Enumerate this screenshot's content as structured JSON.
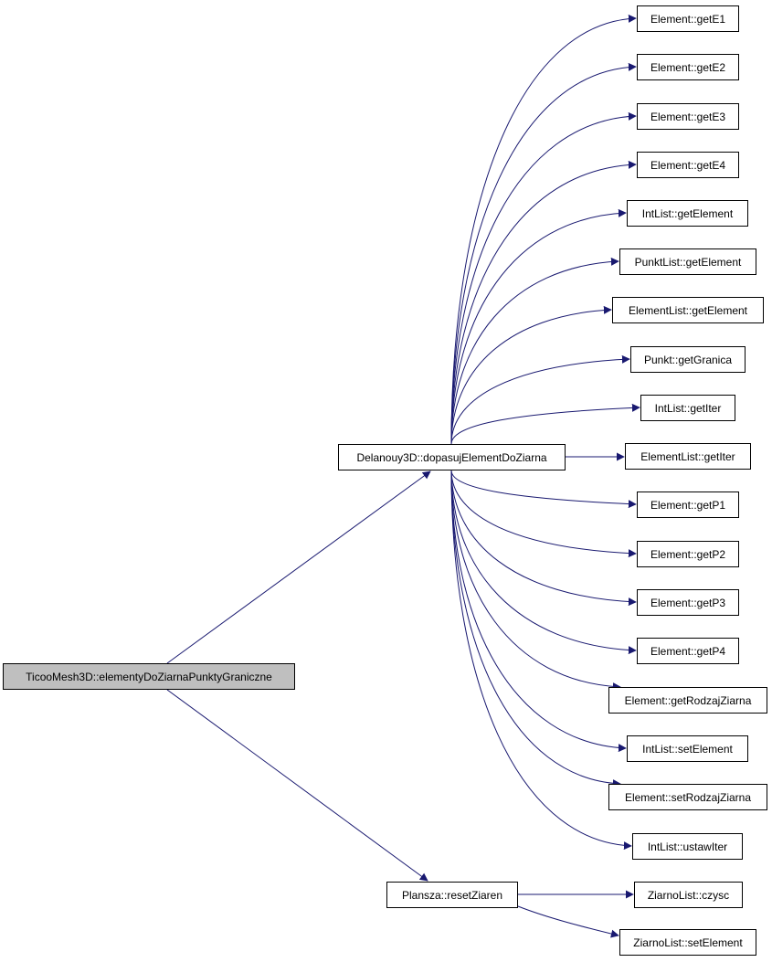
{
  "graph": {
    "root": "TicooMesh3D::elementyDoZiarnaPunktyGraniczne",
    "mid": [
      "Delanouy3D::dopasujElementDoZiarna",
      "Plansza::resetZiaren"
    ],
    "delanouy_children": [
      "Element::getE1",
      "Element::getE2",
      "Element::getE3",
      "Element::getE4",
      "IntList::getElement",
      "PunktList::getElement",
      "ElementList::getElement",
      "Punkt::getGranica",
      "IntList::getIter",
      "ElementList::getIter",
      "Element::getP1",
      "Element::getP2",
      "Element::getP3",
      "Element::getP4",
      "Element::getRodzajZiarna",
      "IntList::setElement",
      "Element::setRodzajZiarna",
      "IntList::ustawIter"
    ],
    "plansza_children": [
      "ZiarnoList::czysc",
      "ZiarnoList::setElement"
    ],
    "colors": {
      "edge": "#191970",
      "root_fill": "#bfbfbf",
      "node_fill": "#ffffff"
    }
  }
}
